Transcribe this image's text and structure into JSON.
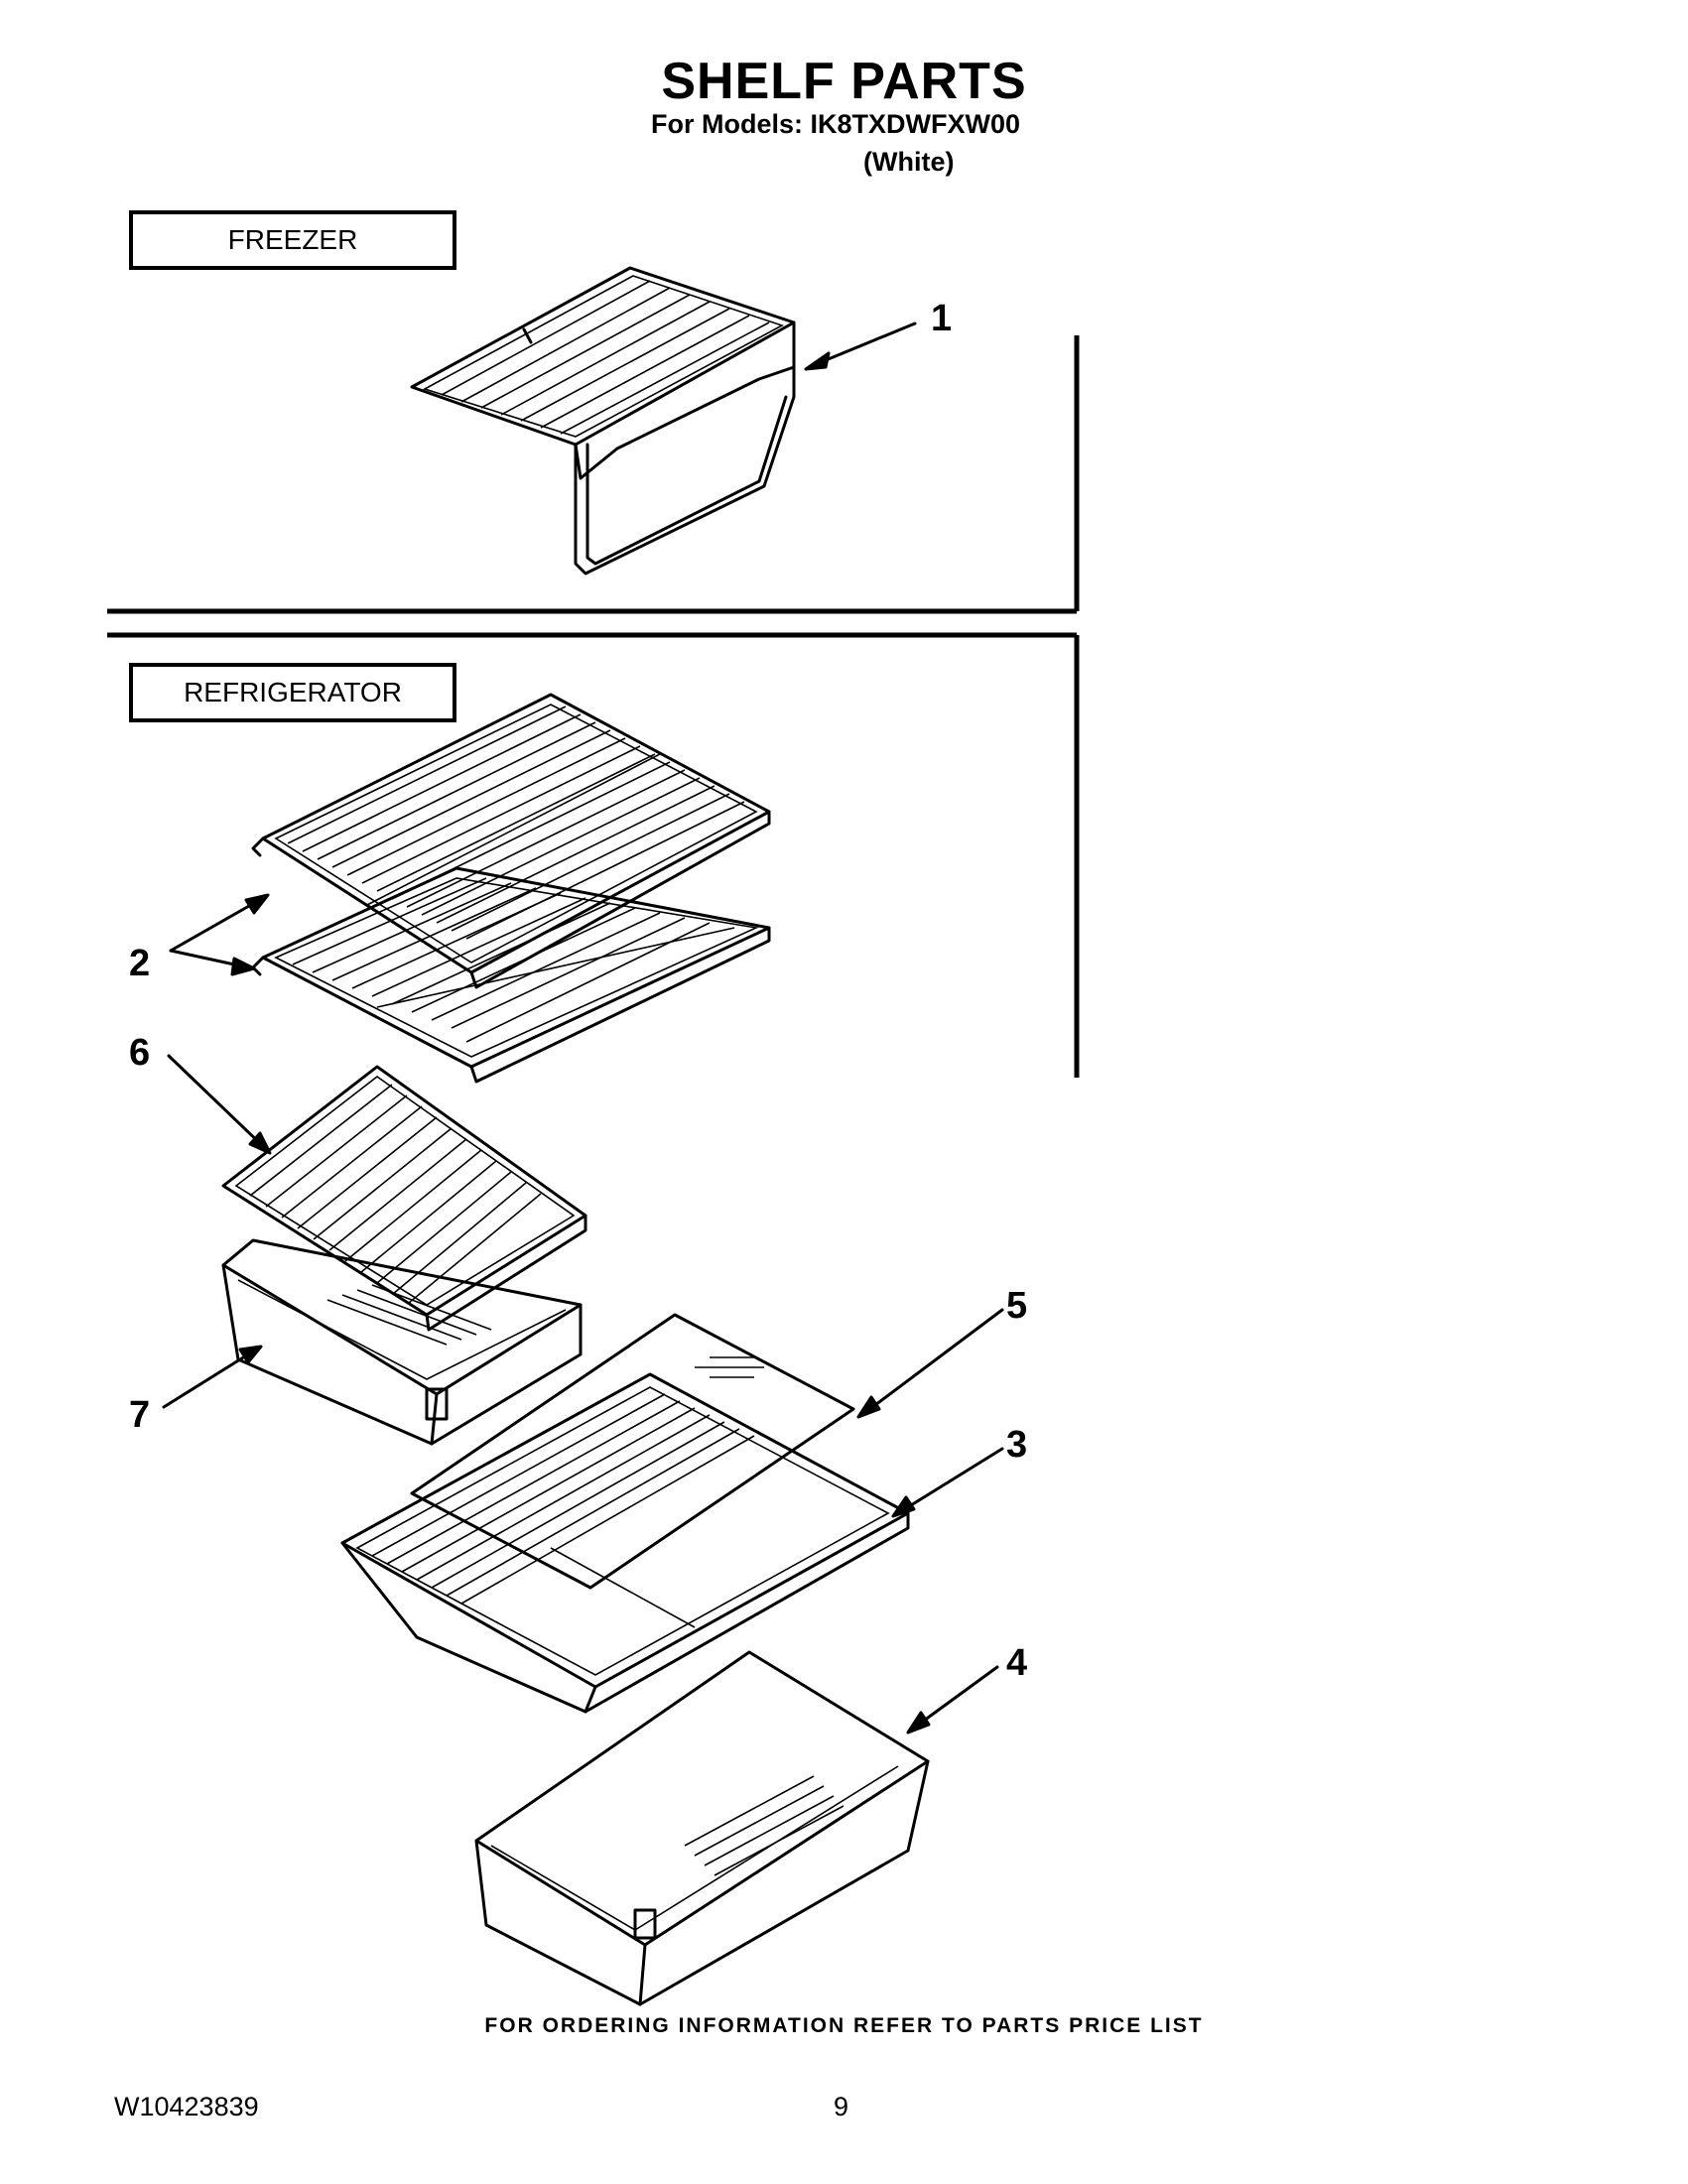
{
  "header": {
    "title": "SHELF PARTS",
    "models_line": "For Models: IK8TXDWFXW00",
    "variant": "(White)"
  },
  "sections": {
    "freezer_label": "FREEZER",
    "refrigerator_label": "REFRIGERATOR"
  },
  "callouts": [
    "1",
    "2",
    "3",
    "4",
    "5",
    "6",
    "7"
  ],
  "footer": {
    "note": "FOR ORDERING INFORMATION REFER TO PARTS PRICE LIST",
    "doc_number": "W10423839",
    "page_number": "9"
  }
}
